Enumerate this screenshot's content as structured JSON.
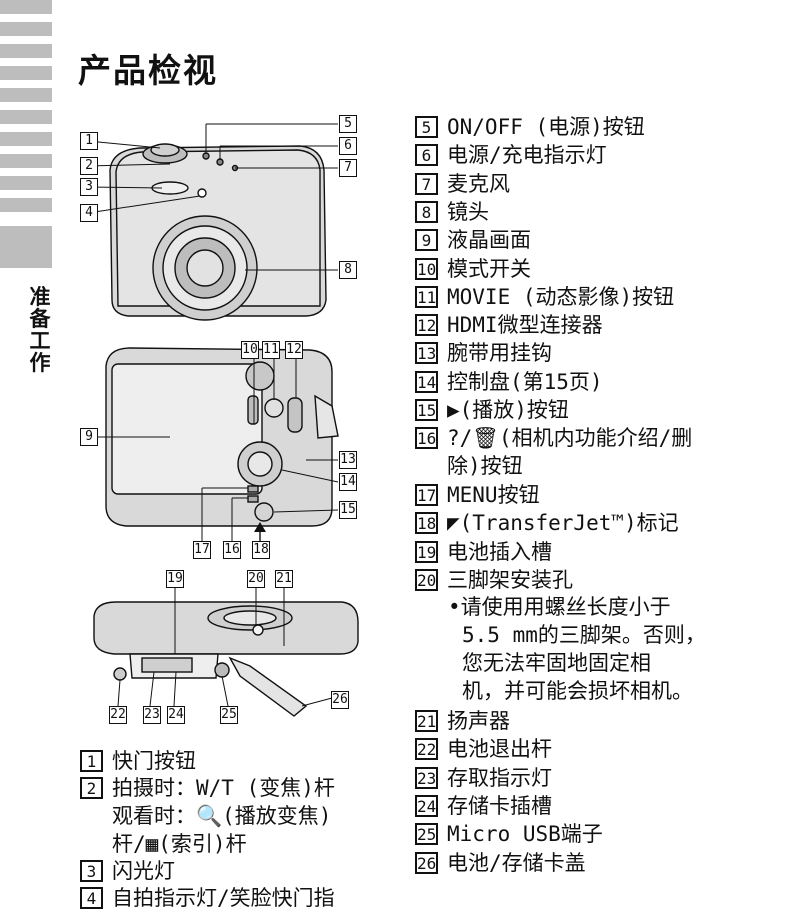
{
  "page": {
    "title": "产品检视",
    "side_label": [
      "准",
      "备",
      "工",
      "作"
    ]
  },
  "callouts": {
    "fig1": [
      "1",
      "2",
      "3",
      "4",
      "5",
      "6",
      "7",
      "8"
    ],
    "fig2": [
      "9",
      "10",
      "11",
      "12",
      "13",
      "14",
      "15",
      "16",
      "17",
      "18"
    ],
    "fig3": [
      "19",
      "20",
      "21",
      "22",
      "23",
      "24",
      "25",
      "26"
    ]
  },
  "legend_left": [
    {
      "num": "1",
      "lines": [
        "快门按钮"
      ]
    },
    {
      "num": "2",
      "lines": [
        "拍摄时：W/T (变焦)杆",
        "观看时：🔍(播放变焦)",
        "杆/▦(索引)杆"
      ]
    },
    {
      "num": "3",
      "lines": [
        "闪光灯"
      ]
    },
    {
      "num": "4",
      "lines": [
        "自拍指示灯/笑脸快门指"
      ]
    }
  ],
  "legend_right": [
    {
      "num": "5",
      "lines": [
        "ON/OFF (电源)按钮"
      ]
    },
    {
      "num": "6",
      "lines": [
        "电源/充电指示灯"
      ]
    },
    {
      "num": "7",
      "lines": [
        "麦克风"
      ]
    },
    {
      "num": "8",
      "lines": [
        "镜头"
      ]
    },
    {
      "num": "9",
      "lines": [
        "液晶画面"
      ]
    },
    {
      "num": "10",
      "lines": [
        "模式开关"
      ]
    },
    {
      "num": "11",
      "lines": [
        "MOVIE (动态影像)按钮"
      ]
    },
    {
      "num": "12",
      "lines": [
        "HDMI微型连接器"
      ]
    },
    {
      "num": "13",
      "lines": [
        "腕带用挂钩"
      ]
    },
    {
      "num": "14",
      "lines": [
        "控制盘(第15页)"
      ]
    },
    {
      "num": "15",
      "lines": [
        "▶(播放)按钮"
      ]
    },
    {
      "num": "16",
      "lines": [
        "?/🗑(相机内功能介绍/删",
        "除)按钮"
      ]
    },
    {
      "num": "17",
      "lines": [
        "MENU按钮"
      ]
    },
    {
      "num": "18",
      "lines": [
        "◤(TransferJet™)标记"
      ]
    },
    {
      "num": "19",
      "lines": [
        "电池插入槽"
      ]
    },
    {
      "num": "20",
      "lines": [
        "三脚架安装孔"
      ]
    }
  ],
  "note": [
    "•请使用用螺丝长度小于",
    "5.5 mm的三脚架。否则，",
    "您无法牢固地固定相",
    "机，并可能会损坏相机。"
  ],
  "legend_right2": [
    {
      "num": "21",
      "lines": [
        "扬声器"
      ]
    },
    {
      "num": "22",
      "lines": [
        "电池退出杆"
      ]
    },
    {
      "num": "23",
      "lines": [
        "存取指示灯"
      ]
    },
    {
      "num": "24",
      "lines": [
        "存储卡插槽"
      ]
    },
    {
      "num": "25",
      "lines": [
        "Micro USB端子"
      ]
    },
    {
      "num": "26",
      "lines": [
        "电池/存储卡盖"
      ]
    }
  ]
}
